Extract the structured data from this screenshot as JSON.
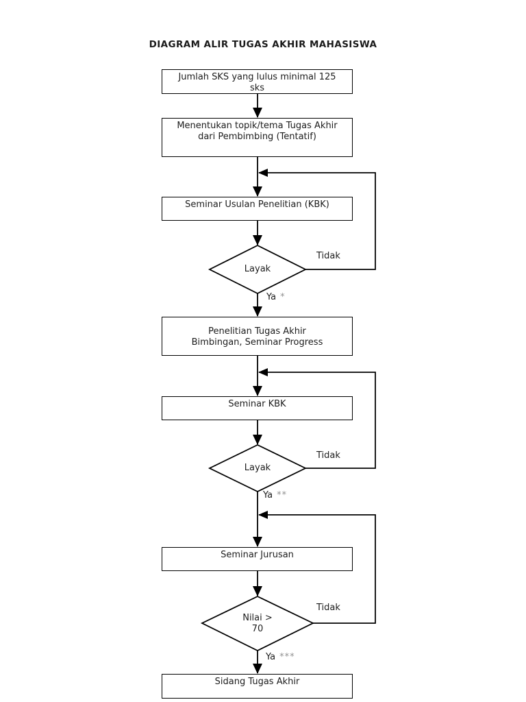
{
  "page": {
    "title": "DIAGRAM ALIR TUGAS AKHIR MAHASISWA",
    "background_color": "#ffffff",
    "line_color": "#000000",
    "note_color": "#919191"
  },
  "flowchart": {
    "processes": [
      {
        "id": "sks-minimal",
        "lines": [
          "Jumlah SKS yang lulus minimal 125",
          "sks"
        ]
      },
      {
        "id": "tentukan-topik",
        "lines": [
          "Menentukan topik/tema Tugas Akhir",
          "dari Pembimbing (Tentatif)"
        ]
      },
      {
        "id": "seminar-usulan",
        "lines": [
          "Seminar Usulan Penelitian (KBK)"
        ]
      },
      {
        "id": "penelitian",
        "lines": [
          "Penelitian Tugas Akhir",
          "Bimbingan, Seminar Progress"
        ]
      },
      {
        "id": "seminar-kbk",
        "lines": [
          "Seminar KBK"
        ]
      },
      {
        "id": "seminar-jurusan",
        "lines": [
          "Seminar Jurusan"
        ]
      },
      {
        "id": "sidang",
        "lines": [
          "Sidang Tugas Akhir"
        ]
      }
    ],
    "decisions": [
      {
        "id": "layak-1",
        "lines": [
          "Layak"
        ],
        "no_label": "Tidak",
        "yes_label": "Ya",
        "yes_note": "*"
      },
      {
        "id": "layak-2",
        "lines": [
          "Layak"
        ],
        "no_label": "Tidak",
        "yes_label": "Ya",
        "yes_note": "**"
      },
      {
        "id": "nilai",
        "lines": [
          "Nilai >",
          "70"
        ],
        "no_label": "Tidak",
        "yes_label": "Ya",
        "yes_note": "***"
      }
    ]
  }
}
